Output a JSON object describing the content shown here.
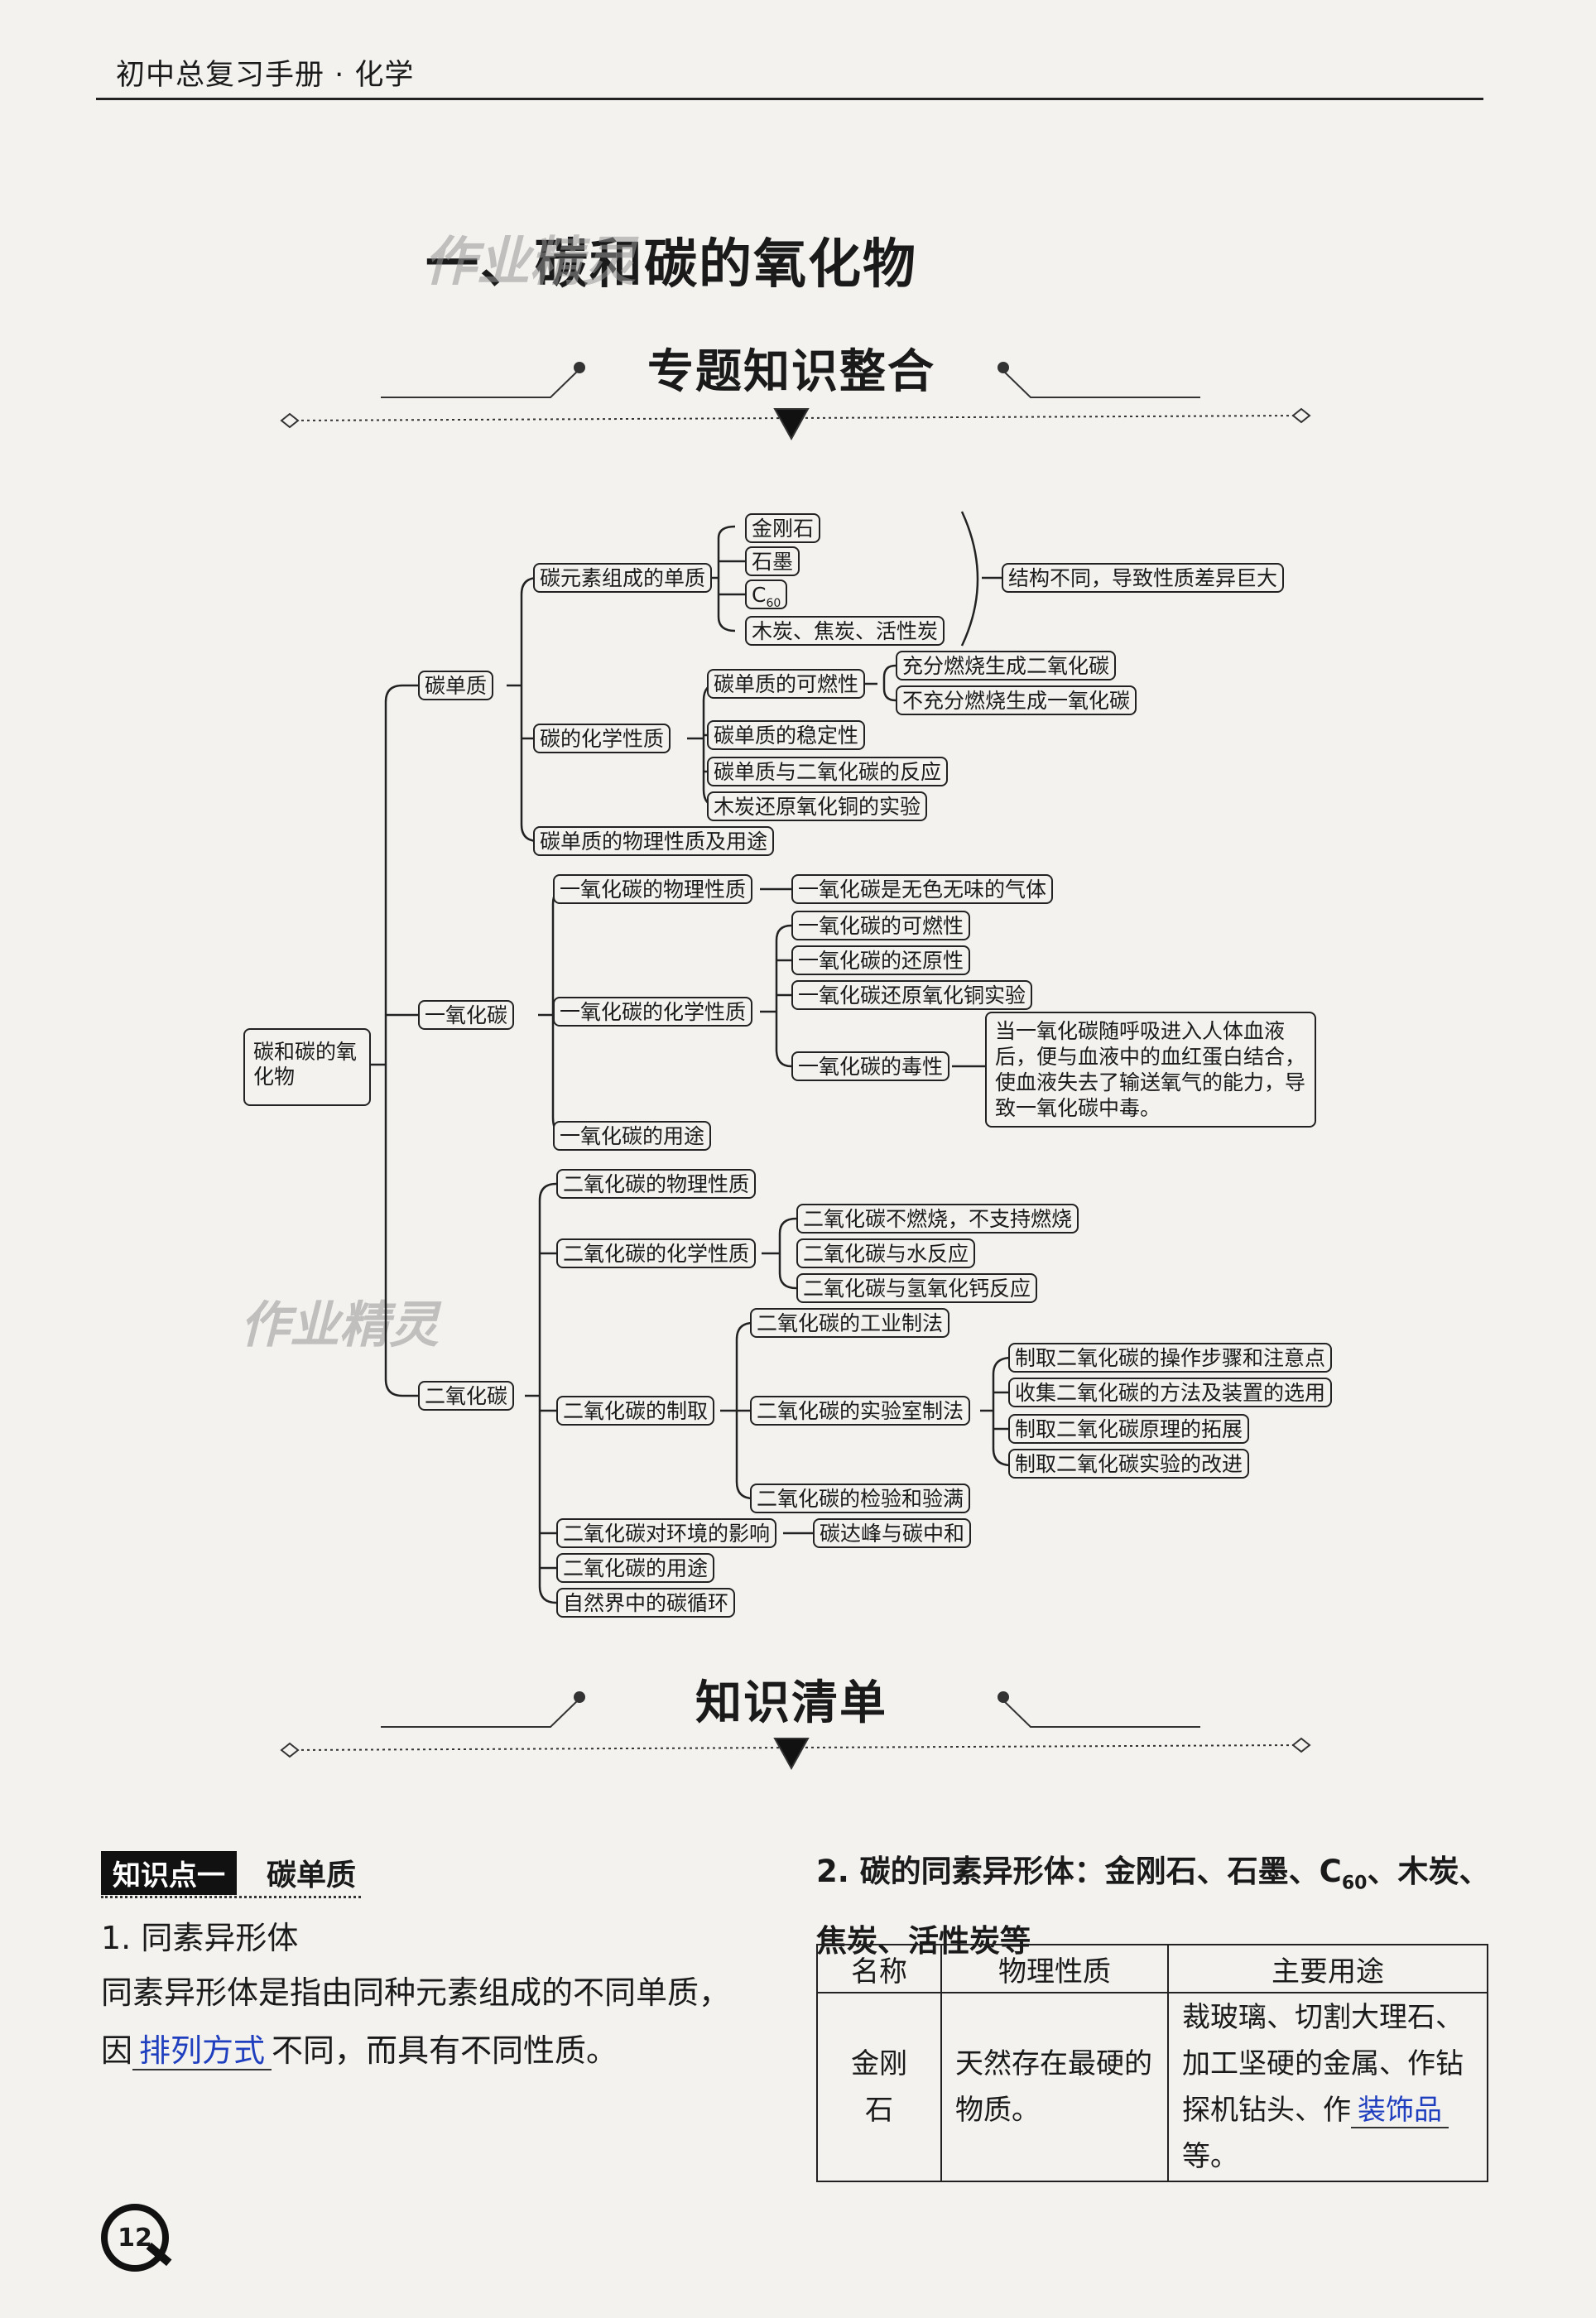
{
  "header": {
    "title": "初中总复习手册 · 化学"
  },
  "page_title": "一、碳和碳的氧化物",
  "watermark": "作业精灵",
  "section1_title": "专题知识整合",
  "section2_title": "知识清单",
  "mindmap": {
    "root": "碳和碳的氧化物",
    "b1": "碳单质",
    "b1_1": "碳元素组成的单质",
    "b1_1_items": [
      "金刚石",
      "石墨",
      "C",
      "木炭、焦炭、活性炭"
    ],
    "c60_sub": "60",
    "b1_1_note": "结构不同，导致性质差异巨大",
    "b1_2": "碳的化学性质",
    "b1_2_items": [
      "碳单质的可燃性",
      "碳单质的稳定性",
      "碳单质与二氧化碳的反应",
      "木炭还原氧化铜的实验"
    ],
    "b1_2_burn": [
      "充分燃烧生成二氧化碳",
      "不充分燃烧生成一氧化碳"
    ],
    "b1_3": "碳单质的物理性质及用途",
    "b2": "一氧化碳",
    "b2_1": "一氧化碳的物理性质",
    "b2_1_note": "一氧化碳是无色无味的气体",
    "b2_2": "一氧化碳的化学性质",
    "b2_2_items": [
      "一氧化碳的可燃性",
      "一氧化碳的还原性",
      "一氧化碳还原氧化铜实验",
      "一氧化碳的毒性"
    ],
    "b2_2_toxic": "当一氧化碳随呼吸进入人体血液后，便与血液中的血红蛋白结合，使血液失去了输送氧气的能力，导致一氧化碳中毒。",
    "b2_3": "一氧化碳的用途",
    "b3": "二氧化碳",
    "b3_1": "二氧化碳的物理性质",
    "b3_2": "二氧化碳的化学性质",
    "b3_2_items": [
      "二氧化碳不燃烧，不支持燃烧",
      "二氧化碳与水反应",
      "二氧化碳与氢氧化钙反应"
    ],
    "b3_3": "二氧化碳的制取",
    "b3_3_items": [
      "二氧化碳的工业制法",
      "二氧化碳的实验室制法",
      "二氧化碳的检验和验满"
    ],
    "b3_3_lab": [
      "制取二氧化碳的操作步骤和注意点",
      "收集二氧化碳的方法及装置的选用",
      "制取二氧化碳原理的拓展",
      "制取二氧化碳实验的改进"
    ],
    "b3_4": "二氧化碳对环境的影响",
    "b3_4_note": "碳达峰与碳中和",
    "b3_5": "二氧化碳的用途",
    "b3_6": "自然界中的碳循环"
  },
  "knowledge": {
    "badge": "知识点一",
    "title": "碳单质",
    "h1": "1. 同素异形体",
    "p1": "同素异形体是指由同种元素组成的不同单质，",
    "p2_a": "因",
    "p2_fill": "排列方式",
    "p2_b": "不同，而具有不同性质。",
    "h2_a": "2. 碳的同素异形体：金刚石、石墨、C",
    "h2_sub": "60",
    "h2_b": "、木炭、焦炭、活性炭等"
  },
  "table": {
    "headers": [
      "名称",
      "物理性质",
      "主要用途"
    ],
    "row": {
      "name": "金刚石",
      "prop": "天然存在最硬的物质。",
      "use_a": "裁玻璃、切割大理石、加工坚硬的金属、作钻探机钻头、作",
      "use_fill": "装饰品",
      "use_b": "等。"
    }
  },
  "page_number": "12"
}
